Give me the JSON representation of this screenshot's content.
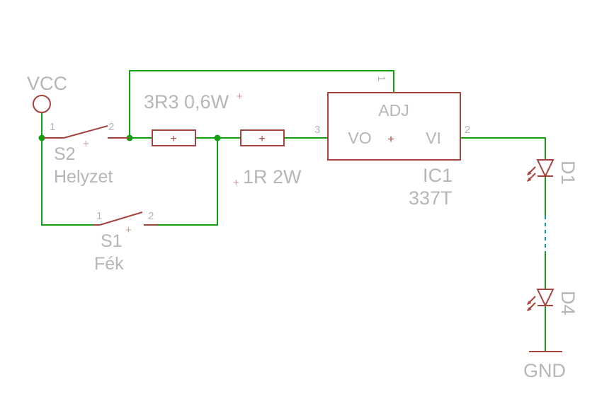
{
  "colors": {
    "background": "#ffffff",
    "net": "#12a012",
    "component": "#a5433d",
    "label": "#b6b6b6",
    "dashed_net": "#0c9b9b"
  },
  "power": {
    "vcc": "VCC",
    "gnd": "GND"
  },
  "switch_s2": {
    "name": "S2",
    "value": "Helyzet",
    "pin1": "1",
    "pin2": "2",
    "origin_mark": "+"
  },
  "switch_s1": {
    "name": "S1",
    "value": "Fék",
    "pin1": "1",
    "pin2": "2",
    "origin_mark": "+"
  },
  "resistor_r1": {
    "value": "3R3 0,6W",
    "origin_mark": "+",
    "body_mark": "+"
  },
  "resistor_r2": {
    "value": "1R 2W",
    "origin_mark": "+",
    "body_mark": "+"
  },
  "ic1": {
    "name": "IC1",
    "value": "337T",
    "pin_adj": "ADJ",
    "pin_vo": "VO",
    "pin_vi": "VI",
    "pin1": "1",
    "pin2": "2",
    "pin3": "3",
    "origin_mark": "+"
  },
  "led_d1": {
    "name": "D1"
  },
  "led_d4": {
    "name": "D4"
  }
}
